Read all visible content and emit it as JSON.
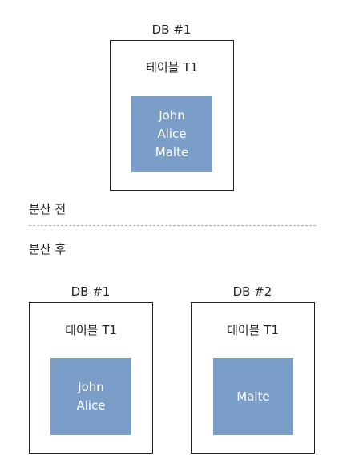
{
  "before": {
    "db": {
      "label": "DB #1",
      "table_title": "테이블 T1",
      "rows": [
        "John",
        "Alice",
        "Malte"
      ]
    },
    "section_label": "분산 전"
  },
  "after": {
    "section_label": "분산 후",
    "dbs": [
      {
        "label": "DB #1",
        "table_title": "테이블 T1",
        "rows": [
          "John",
          "Alice"
        ]
      },
      {
        "label": "DB #2",
        "table_title": "테이블 T1",
        "rows": [
          "Malte"
        ]
      }
    ]
  },
  "colors": {
    "data_block": "#7b9ec8",
    "border": "#222222",
    "divider": "#9db3cc"
  }
}
